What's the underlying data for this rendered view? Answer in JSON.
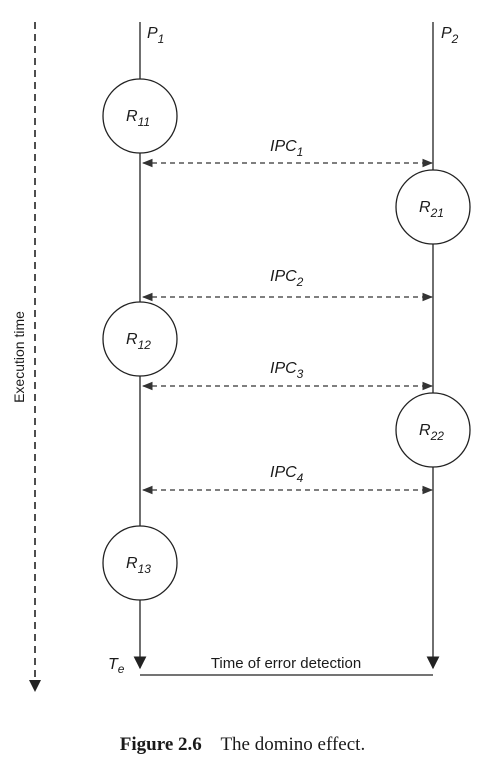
{
  "axis": {
    "label": "Execution time"
  },
  "processes": [
    {
      "name": "P",
      "sub": "1"
    },
    {
      "name": "P",
      "sub": "2"
    }
  ],
  "recovery_points": [
    {
      "name": "R",
      "sub": "11"
    },
    {
      "name": "R",
      "sub": "21"
    },
    {
      "name": "R",
      "sub": "12"
    },
    {
      "name": "R",
      "sub": "22"
    },
    {
      "name": "R",
      "sub": "13"
    }
  ],
  "ipc": [
    {
      "name": "IPC",
      "sub": "1"
    },
    {
      "name": "IPC",
      "sub": "2"
    },
    {
      "name": "IPC",
      "sub": "3"
    },
    {
      "name": "IPC",
      "sub": "4"
    }
  ],
  "error": {
    "marker": "T",
    "marker_sub": "e",
    "label": "Time of error detection"
  },
  "caption": {
    "figure": "Figure 2.6",
    "title": "The domino effect."
  }
}
